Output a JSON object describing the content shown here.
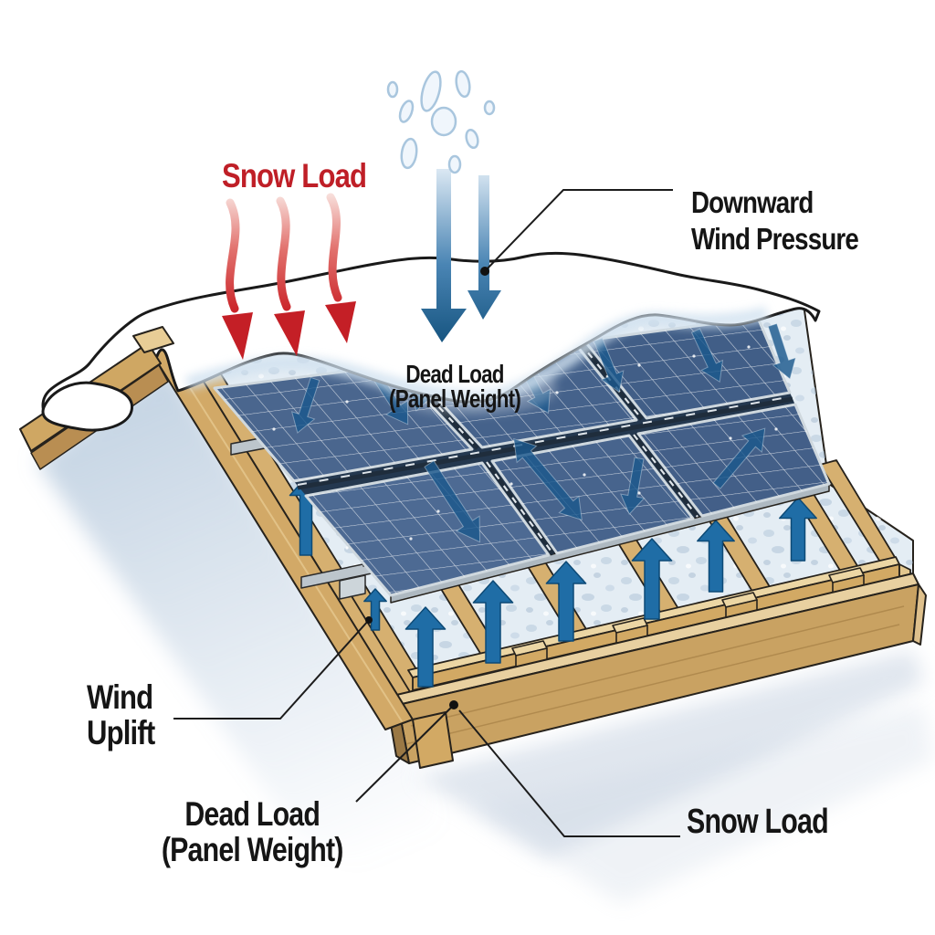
{
  "labels": {
    "snow_load_top": "Snow Load",
    "downward_wind": {
      "line1": "Downward",
      "line2": "Wind Pressure"
    },
    "dead_load_center": {
      "line1": "Dead Load",
      "line2": "(Panel Weight)"
    },
    "wind_uplift": {
      "line1": "Wind",
      "line2": "Uplift"
    },
    "dead_load_bottom": {
      "line1": "Dead Load",
      "line2": "(Panel Weight)"
    },
    "snow_load_bottom": "Snow Load"
  },
  "colors": {
    "snow_load_text": "#bf1f27",
    "label_text": "#151515",
    "snow_load_arrow": "#c92026",
    "downward_wind_arrow": "#175581",
    "wind_uplift_arrow": "#1f6da6",
    "panel_blue": "#4a668e",
    "wood_tan": "#d2a964",
    "roof_deck": "#e4edf4",
    "snow_white": "#ffffff"
  }
}
